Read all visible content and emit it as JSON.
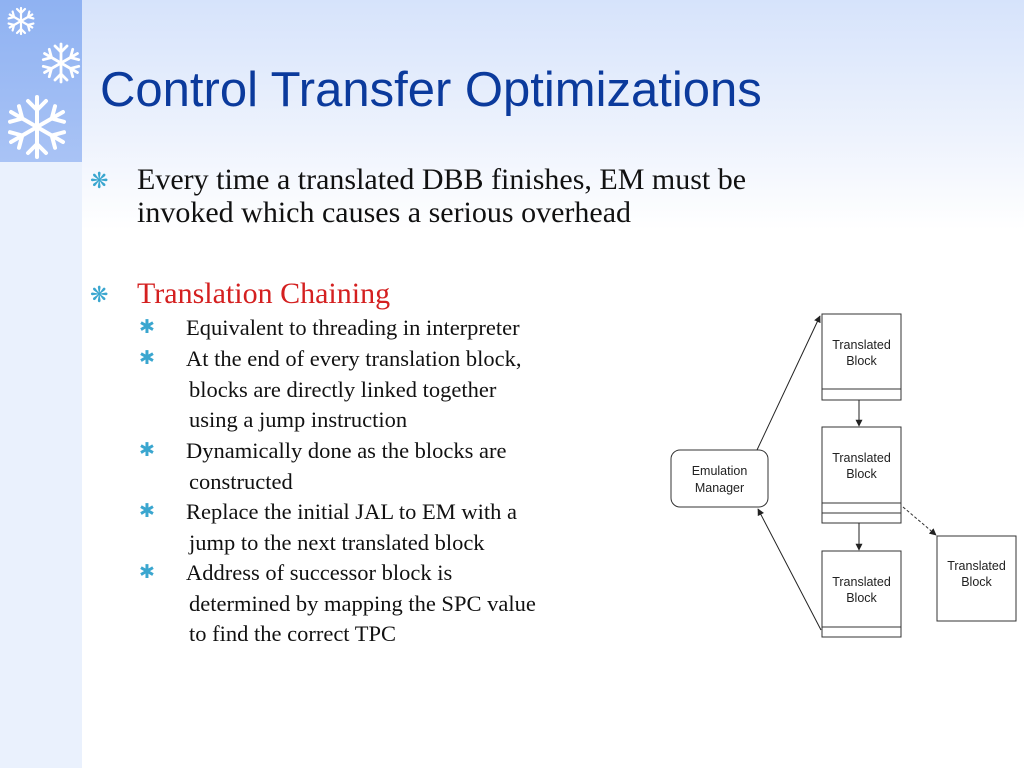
{
  "slide": {
    "title": "Control Transfer Optimizations",
    "bullets": [
      {
        "lines": [
          "Every time a translated DBB finishes, EM must be",
          "invoked which causes a serious overhead"
        ]
      },
      {
        "lines": [
          "Translation Chaining"
        ],
        "sub_bullets": [
          {
            "lines": [
              "Equivalent to threading in interpreter"
            ]
          },
          {
            "lines": [
              "At the end of every translation block,",
              "blocks are directly linked together",
              "using a jump instruction"
            ]
          },
          {
            "lines": [
              "Dynamically done as the blocks are",
              "constructed"
            ]
          },
          {
            "lines": [
              "Replace the initial JAL to EM with a",
              "jump to the next translated block"
            ]
          },
          {
            "lines": [
              "Address of successor block is",
              "determined by mapping the SPC value",
              "to find the correct TPC"
            ]
          }
        ]
      }
    ]
  },
  "diagram": {
    "manager": [
      "Emulation",
      "Manager"
    ],
    "blocks": [
      {
        "lines": [
          "Translated",
          "Block"
        ]
      },
      {
        "lines": [
          "Translated",
          "Block"
        ]
      },
      {
        "lines": [
          "Translated",
          "Block"
        ]
      },
      {
        "lines": [
          "Translated",
          "Block"
        ]
      }
    ]
  },
  "colors": {
    "title": "#0b3a9c",
    "highlight": "#d42020",
    "bullet": "#3aa6cf",
    "sidebar": "#8fb2f2"
  },
  "icons": {
    "bullet": "asterisk-icon",
    "decoration": "snowflake-icon"
  }
}
